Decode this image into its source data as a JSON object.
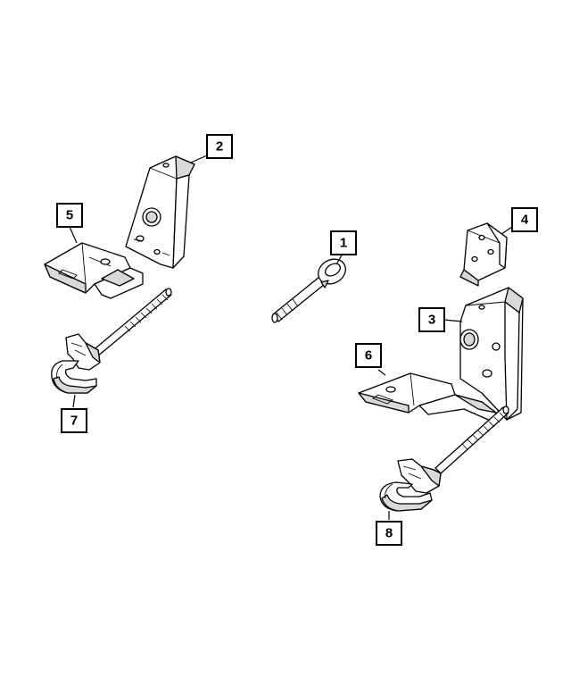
{
  "diagram": {
    "callouts": [
      {
        "id": "1",
        "label": "1"
      },
      {
        "id": "2",
        "label": "2"
      },
      {
        "id": "3",
        "label": "3"
      },
      {
        "id": "4",
        "label": "4"
      },
      {
        "id": "5",
        "label": "5"
      },
      {
        "id": "6",
        "label": "6"
      },
      {
        "id": "7",
        "label": "7"
      },
      {
        "id": "8",
        "label": "8"
      }
    ],
    "colors": {
      "line": "#000000",
      "fill": "#ffffff",
      "shade_light": "#d9d9d9",
      "shade_dark": "#bdbdbd"
    }
  }
}
